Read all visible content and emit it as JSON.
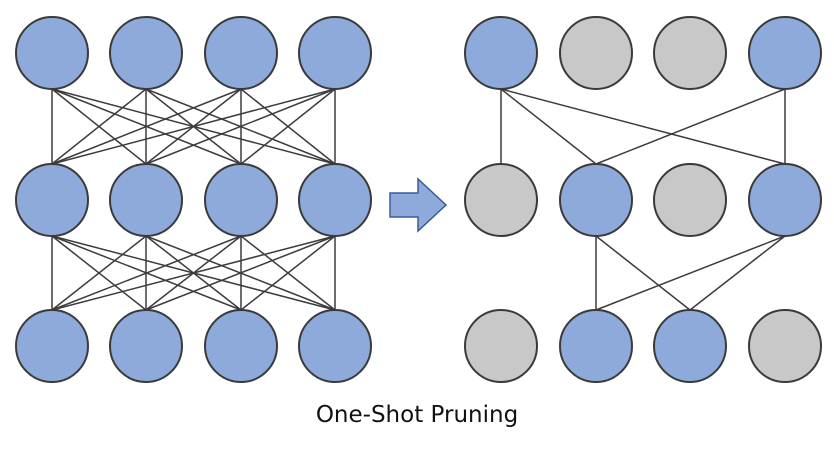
{
  "caption": "One-Shot Pruning",
  "colors": {
    "active_node": "#8eaadb",
    "pruned_node": "#c8c8c8",
    "arrow_fill": "#8eaadb",
    "arrow_stroke": "#3c5a9a"
  },
  "dense_network": {
    "layers": 3,
    "nodes_per_layer": 4,
    "fully_connected": true
  },
  "pruned_network": {
    "active": [
      [
        true,
        false,
        false,
        true
      ],
      [
        false,
        true,
        false,
        true
      ],
      [
        false,
        true,
        true,
        false
      ]
    ],
    "connections": [
      [
        [
          0,
          0
        ],
        [
          1,
          0
        ]
      ],
      [
        [
          0,
          0
        ],
        [
          1,
          1
        ]
      ],
      [
        [
          0,
          0
        ],
        [
          1,
          3
        ]
      ],
      [
        [
          0,
          3
        ],
        [
          1,
          1
        ]
      ],
      [
        [
          0,
          3
        ],
        [
          1,
          3
        ]
      ],
      [
        [
          1,
          1
        ],
        [
          2,
          1
        ]
      ],
      [
        [
          1,
          1
        ],
        [
          2,
          2
        ]
      ],
      [
        [
          1,
          3
        ],
        [
          2,
          1
        ]
      ],
      [
        [
          1,
          3
        ],
        [
          2,
          2
        ]
      ]
    ]
  },
  "arrow": "right-arrow"
}
